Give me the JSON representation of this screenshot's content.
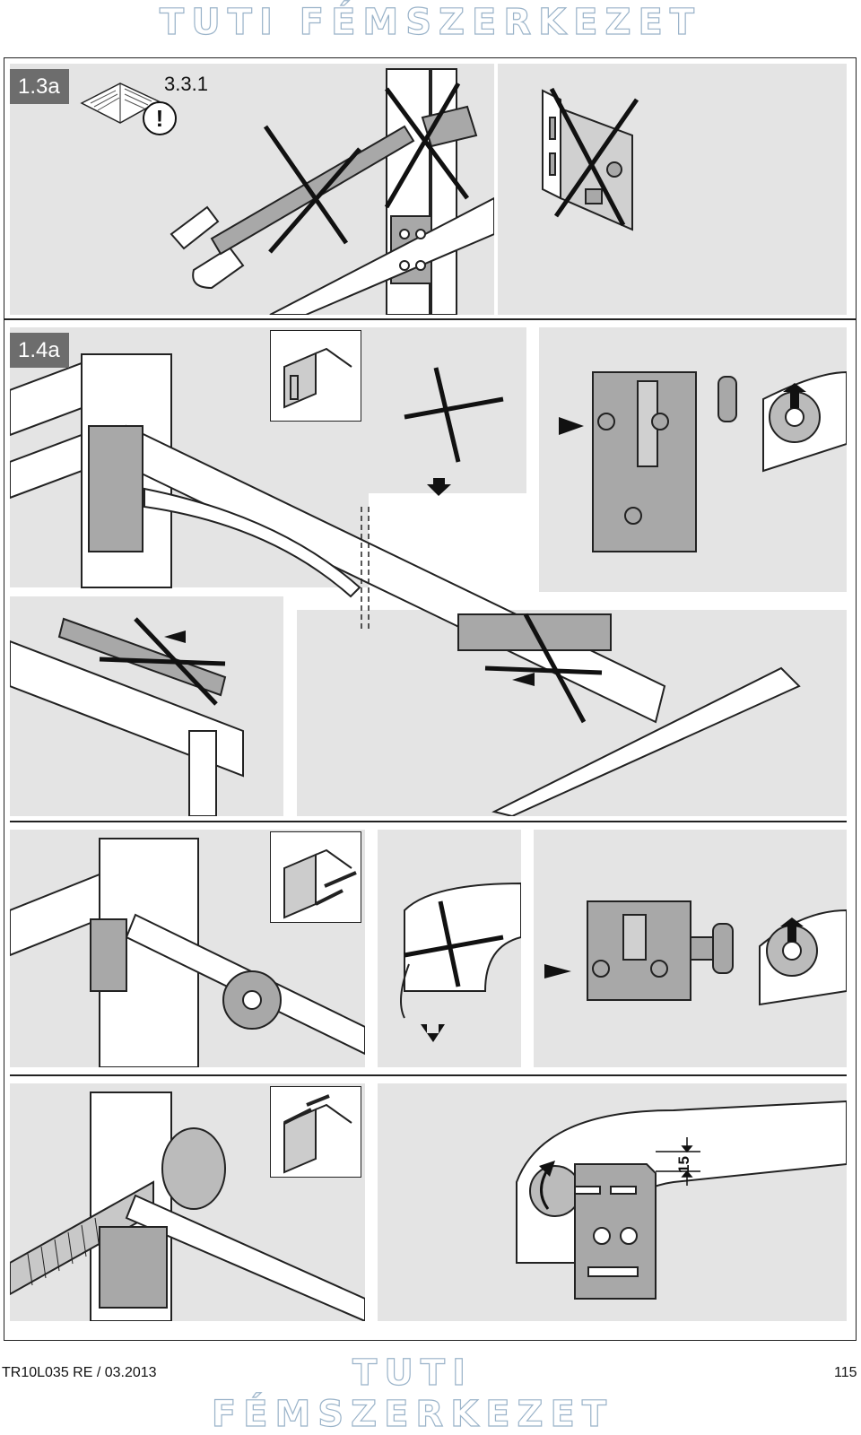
{
  "watermark": {
    "top": "TUTI FÉMSZERKEZET",
    "bottom": "TUTI FÉMSZERKEZET"
  },
  "steps": {
    "s1": "1.3a",
    "s2": "1.4a"
  },
  "reference": "3.3.1",
  "dimension": "15",
  "footer": {
    "doc": "TR10L035 RE / 03.2013",
    "page": "115"
  },
  "colors": {
    "panel": "#e4e4e4",
    "badge": "#6d6d6d",
    "line": "#222222",
    "part": "#a8a8a8"
  },
  "icons": [
    "manual-icon",
    "warning-icon",
    "cross-icon",
    "arrow-icon"
  ]
}
